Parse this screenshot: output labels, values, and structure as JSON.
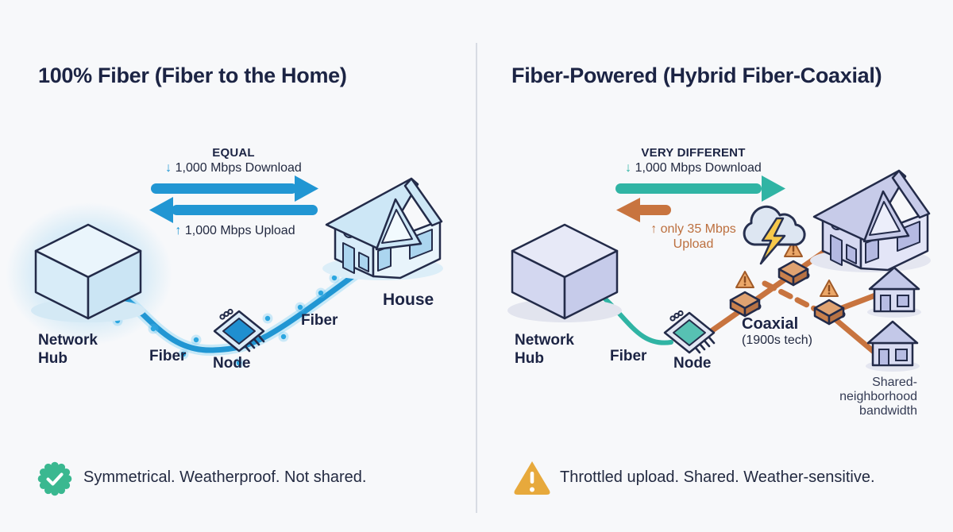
{
  "left": {
    "title": "100% Fiber (Fiber to the Home)",
    "flow": {
      "label": "EQUAL",
      "download_arrow": "↓",
      "download": "1,000 Mbps Download",
      "upload_arrow": "↑",
      "upload": "1,000 Mbps Upload"
    },
    "hub_label": "Network Hub",
    "fiber_label_hub": "Fiber",
    "node_label": "Node",
    "fiber_label_house": "Fiber",
    "house_label": "House",
    "footer": "Symmetrical. Weatherproof. Not shared."
  },
  "right": {
    "title": "Fiber-Powered (Hybrid Fiber-Coaxial)",
    "flow": {
      "label": "VERY DIFFERENT",
      "download_arrow": "↓",
      "download": "1,000 Mbps Download",
      "upload_line1": "↑ only 35 Mbps",
      "upload_line2": "Upload"
    },
    "hub_label": "Network Hub",
    "fiber_label": "Fiber",
    "node_label": "Node",
    "coaxial_label": "Coaxial",
    "coaxial_sub": "(1900s tech)",
    "shared_lines": [
      "Shared-",
      "neighborhood",
      "bandwidth"
    ],
    "footer": "Throttled upload. Shared. Weather-sensitive."
  },
  "colors": {
    "fiber_blue": "#2196d3",
    "teal": "#30b4a4",
    "coax_orange": "#c8743f",
    "navy": "#1c2444",
    "text_dark": "#232a41",
    "orange_text": "#bc6f3e",
    "badge_green": "#3ab890",
    "warning_amber": "#e7a93c",
    "background": "#f7f8fa",
    "divider": "#d8dce3",
    "cloud_fill": "#dde6f2",
    "bolt_yellow": "#f6c84a"
  }
}
